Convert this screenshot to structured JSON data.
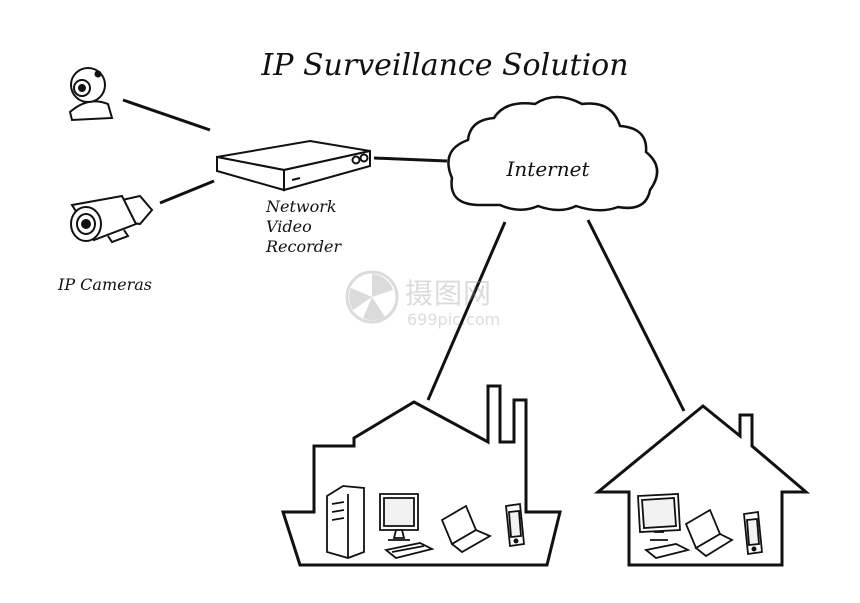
{
  "diagram": {
    "title": "IP Surveillance Solution",
    "nodes": {
      "cameras": "IP Cameras",
      "nvr_line1": "Network",
      "nvr_line2": "Video",
      "nvr_line3": "Recorder",
      "cloud": "Internet"
    },
    "icons": [
      "webcam-icon",
      "bullet-camera-icon",
      "nvr-box-icon",
      "cloud-icon",
      "factory-building-icon",
      "house-icon",
      "tower-pc-icon",
      "monitor-icon",
      "keyboard-icon",
      "laptop-icon",
      "mobile-phone-icon"
    ],
    "line_color": "#111111",
    "background": "#ffffff"
  },
  "watermark": {
    "text": "摄图网",
    "url": "699pic.com",
    "color": "#9a9a9a"
  }
}
